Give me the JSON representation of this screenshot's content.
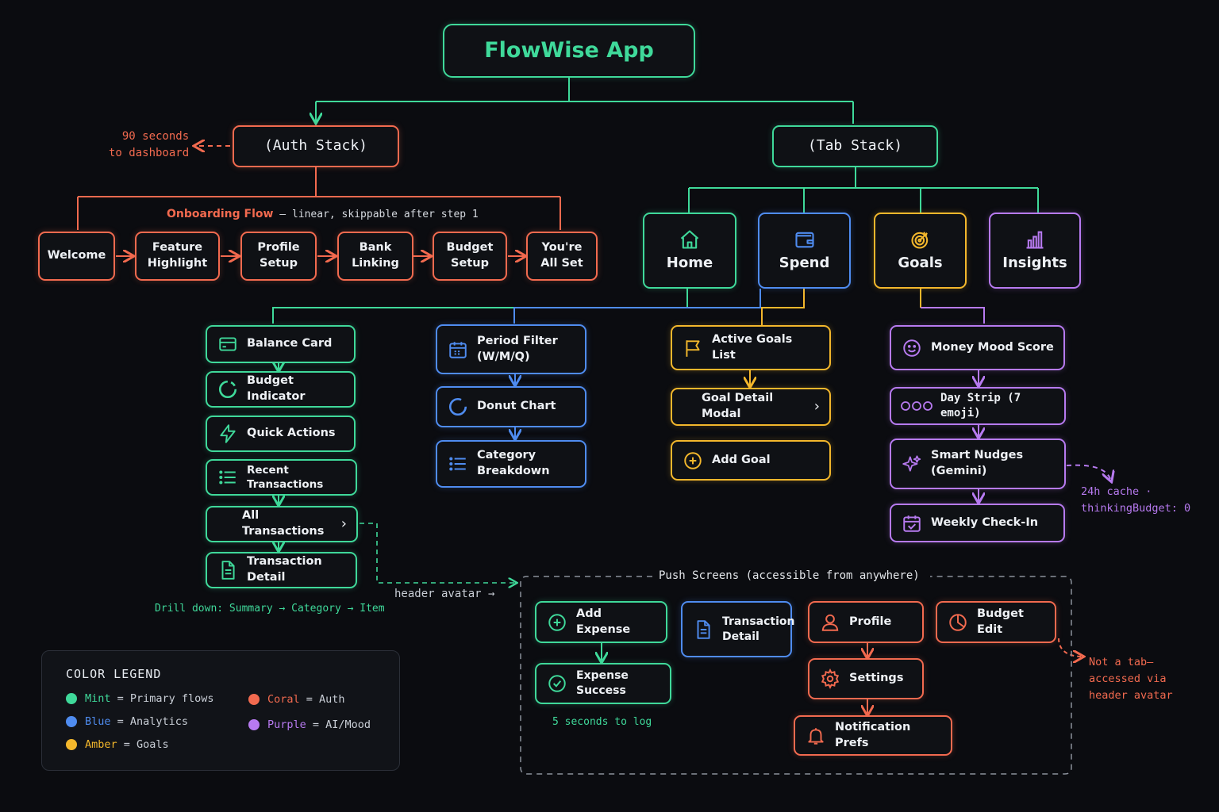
{
  "app": {
    "title": "FlowWise App"
  },
  "stacks": {
    "auth": "(Auth Stack)",
    "tab": "(Tab Stack)"
  },
  "auth_note": {
    "line1": "90 seconds",
    "line2": "to dashboard"
  },
  "onboarding": {
    "title": "Onboarding Flow",
    "subtitle": " — linear, skippable after step 1",
    "steps": [
      "Welcome",
      "Feature Highlight",
      "Profile Setup",
      "Bank Linking",
      "Budget Setup",
      "You're All Set"
    ]
  },
  "tabs": [
    "Home",
    "Spend",
    "Goals",
    "Insights"
  ],
  "home": [
    "Balance Card",
    "Budget Indicator",
    "Quick Actions",
    "Recent Transactions",
    "All Transactions",
    "Transaction Detail"
  ],
  "home_note": "Drill down: Summary → Category → Item",
  "header_avatar": "header avatar →",
  "spend": [
    "Period Filter (W/M/Q)",
    "Donut Chart",
    "Category Breakdown"
  ],
  "goals": [
    "Active Goals List",
    "Goal Detail Modal",
    "Add Goal"
  ],
  "insights": [
    "Money Mood Score",
    "Day Strip (7 emoji)",
    "Smart Nudges (Gemini)",
    "Weekly Check-In"
  ],
  "insights_note": {
    "line1": "24h cache ·",
    "line2": "thinkingBudget: 0"
  },
  "push": {
    "title": "Push Screens (accessible from anywhere)",
    "items": [
      "Add Expense",
      "Expense Success",
      "Transaction Detail",
      "Profile",
      "Settings",
      "Notification Prefs",
      "Budget Edit"
    ],
    "note": "5 seconds to log"
  },
  "side_note": {
    "line1": "Not a tab—",
    "line2": "accessed via",
    "line3": "header avatar"
  },
  "legend": {
    "title": "COLOR LEGEND",
    "items": [
      {
        "name": "Mint",
        "meaning": " = Primary flows",
        "color": "#3fd99a"
      },
      {
        "name": "Blue",
        "meaning": " = Analytics",
        "color": "#4f8cf0"
      },
      {
        "name": "Amber",
        "meaning": " = Goals",
        "color": "#f3b72c"
      },
      {
        "name": "Coral",
        "meaning": " = Auth",
        "color": "#f26a4f"
      },
      {
        "name": "Purple",
        "meaning": " = AI/Mood",
        "color": "#b77af0"
      }
    ]
  },
  "colors": {
    "mint": "#3fd99a",
    "blue": "#4f8cf0",
    "amber": "#f3b72c",
    "coral": "#f26a4f",
    "purple": "#b77af0",
    "background": "#0b0c10"
  }
}
